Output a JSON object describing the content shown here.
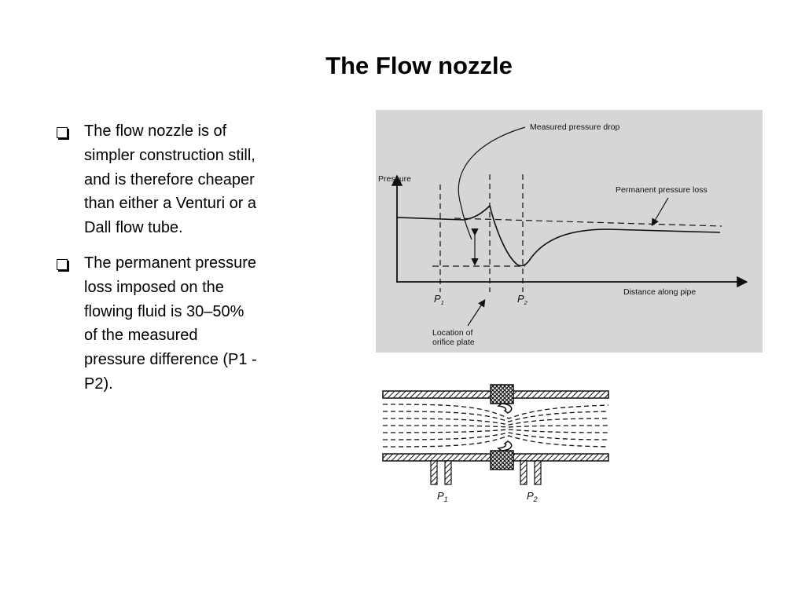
{
  "slide": {
    "title": "The Flow nozzle"
  },
  "bullets": [
    {
      "text": "The flow nozzle is of simpler construction still, and is therefore cheaper than either a Venturi or a Dall flow tube."
    },
    {
      "text": "The permanent pressure loss imposed on the flowing fluid is 30–50% of the measured pressure difference (P1 - P2)."
    }
  ],
  "pressure_graph": {
    "y_axis_label": "Pressure",
    "x_axis_label": "Distance along pipe",
    "annotation_drop": "Measured pressure drop",
    "annotation_loss": "Permanent pressure loss",
    "annotation_location_line1": "Location of",
    "annotation_location_line2": "orifice plate",
    "p1_label": "P",
    "p1_sub": "1",
    "p2_label": "P",
    "p2_sub": "2"
  },
  "nozzle_diagram": {
    "p1_label": "P",
    "p1_sub": "1",
    "p2_label": "P",
    "p2_sub": "2"
  }
}
